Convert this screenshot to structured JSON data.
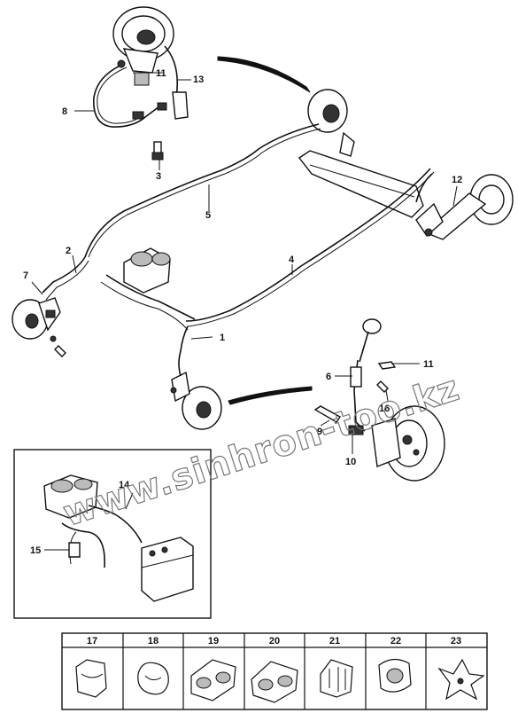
{
  "callouts": {
    "c1": "1",
    "c2": "2",
    "c3": "3",
    "c4": "4",
    "c5": "5",
    "c6": "6",
    "c7": "7",
    "c8": "8",
    "c9": "9",
    "c10": "10",
    "c11a": "11",
    "c11b": "11",
    "c12": "12",
    "c13": "13",
    "c14": "14",
    "c15": "15",
    "c16": "16"
  },
  "legend": {
    "headers": [
      "17",
      "18",
      "19",
      "20",
      "21",
      "22",
      "23"
    ]
  },
  "watermark": {
    "line1": "www.sinhron-too.kz"
  }
}
